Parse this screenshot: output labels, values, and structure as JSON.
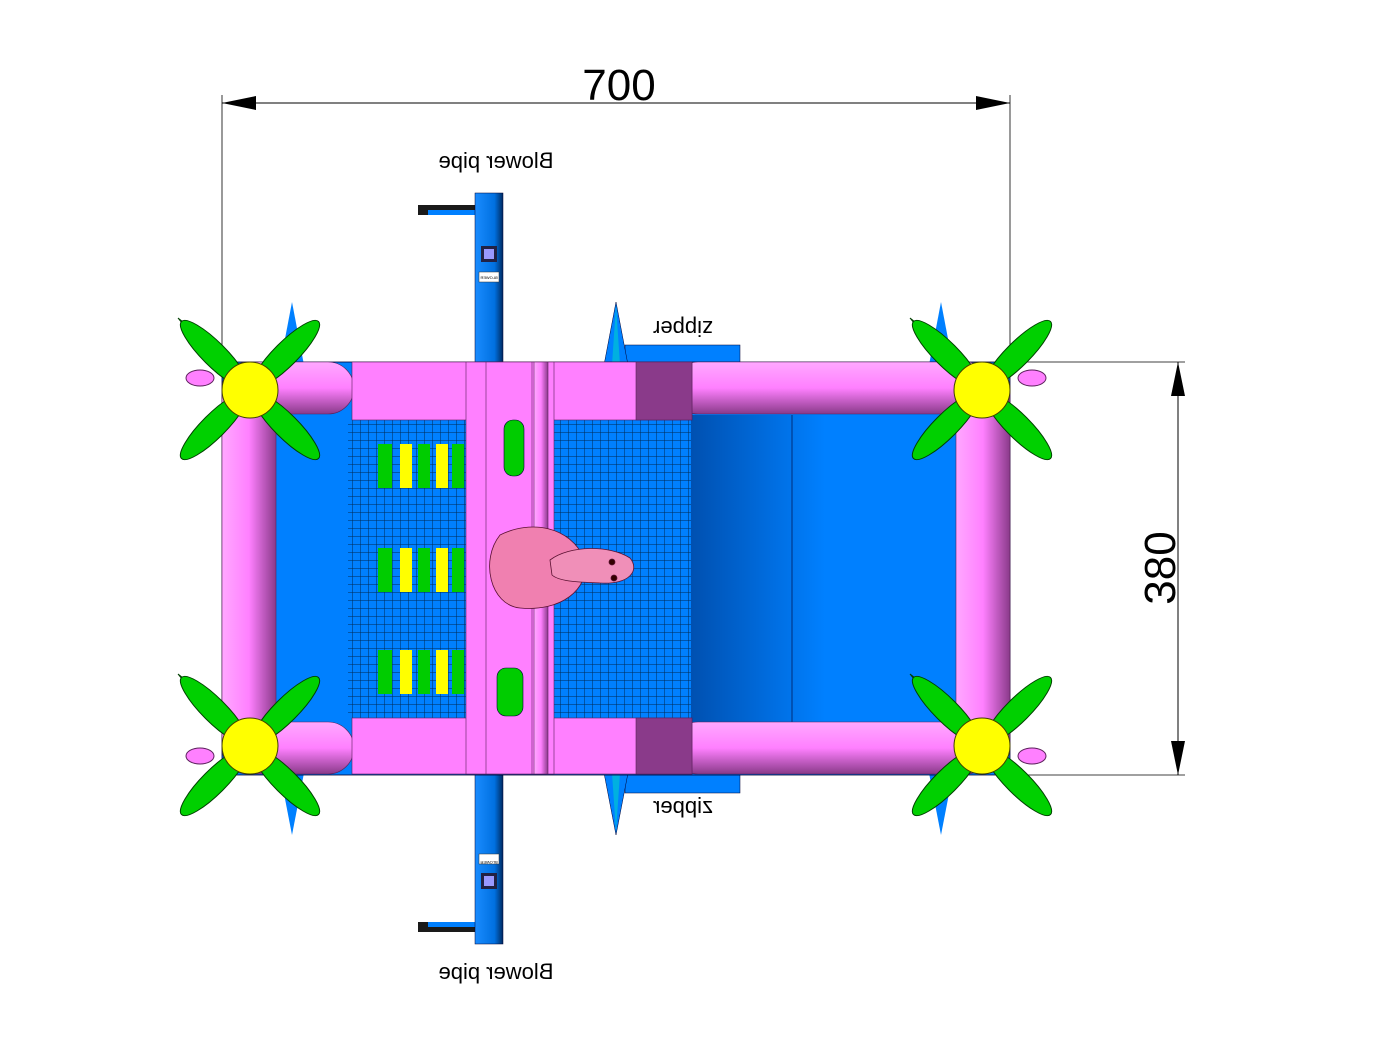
{
  "dimensions": {
    "width_label": "700",
    "height_label": "380"
  },
  "labels": {
    "blower_top": "Blower pipe",
    "blower_bottom": "Blower pipe",
    "zipper_top": "zipper",
    "zipper_bottom": "zipper",
    "blower_tag_top": "BLOWER",
    "blower_tag_bottom": "BLOWER"
  },
  "colors": {
    "floor": "#0080ff",
    "tube": "#ff80ff",
    "leaf": "#00cc00",
    "flower_center": "#ffff00",
    "figure": "#f080b0",
    "zipper_accent": "#00b0e0"
  }
}
